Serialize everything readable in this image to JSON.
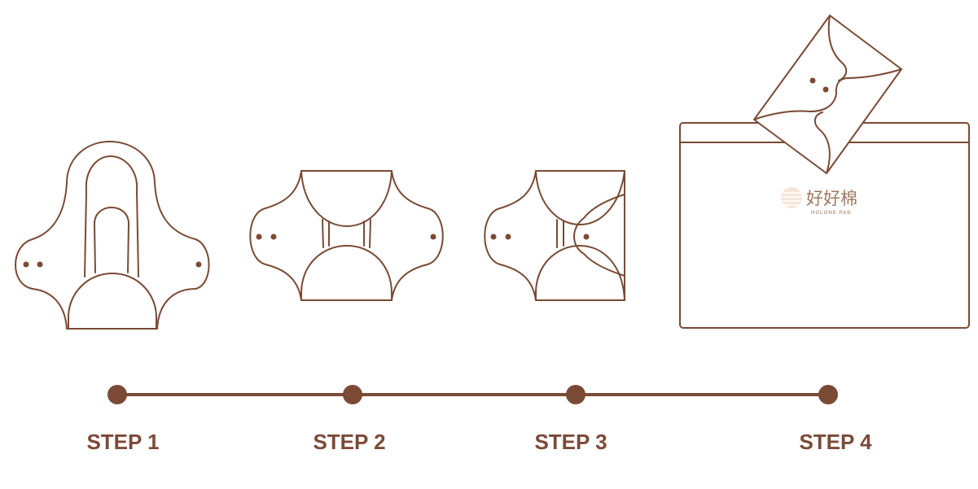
{
  "steps": [
    {
      "label": "STEP 1"
    },
    {
      "label": "STEP 2"
    },
    {
      "label": "STEP 3"
    },
    {
      "label": "STEP 4"
    }
  ],
  "logo": {
    "chinese": "好好棉",
    "english": "HOLONE PAD"
  },
  "colors": {
    "line": "#7a4a35",
    "label": "#7b4a38",
    "logo": "#a0785f"
  }
}
